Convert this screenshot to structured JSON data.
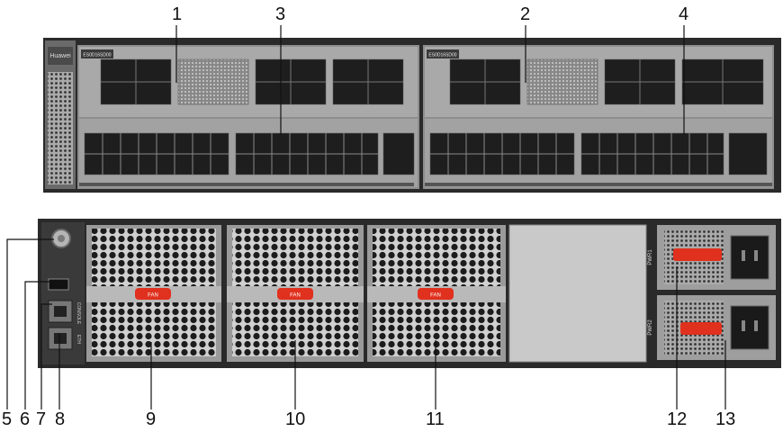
{
  "front_panel": {
    "brand_label": "Huawei",
    "card_labels": [
      "ES0D16SD00",
      "ES0D16SD00"
    ]
  },
  "callouts": [
    "1",
    "2",
    "3",
    "4",
    "5",
    "6",
    "7",
    "8",
    "9",
    "10",
    "11",
    "12",
    "13"
  ],
  "rear_panel": {
    "fan_tag": "FAN",
    "psu_labels": [
      "PWR1",
      "PWR2"
    ],
    "port_labels": [
      "CONSOLE",
      "ETH"
    ]
  },
  "colors": {
    "chassis": "#2a2a2a",
    "tray": "#9a9a9a",
    "fan_mesh": "#1c1c1c",
    "tag_red": "#e0301e",
    "blank_panel": "#c9c9c9"
  }
}
